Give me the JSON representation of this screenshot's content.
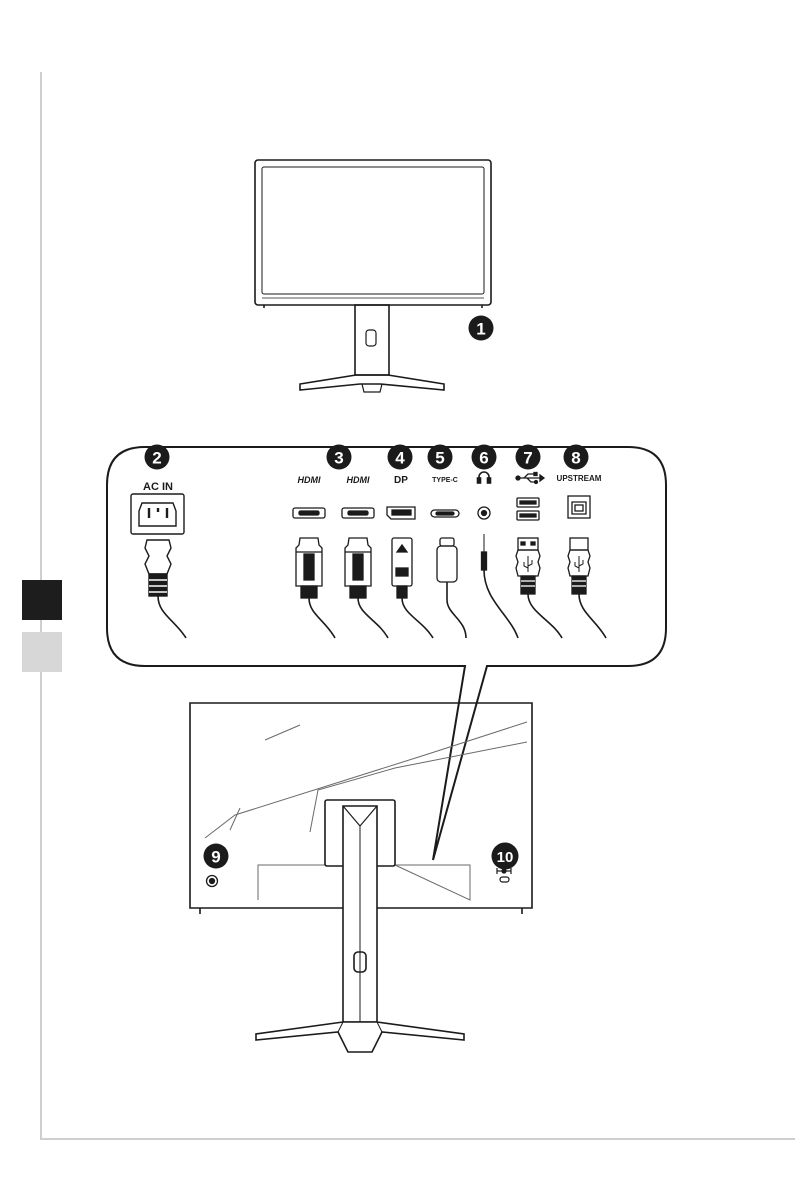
{
  "callouts": [
    "1",
    "2",
    "3",
    "4",
    "5",
    "6",
    "7",
    "8",
    "9",
    "10"
  ],
  "port_labels": {
    "ac_in": "AC IN",
    "hdmi1": "HDMI",
    "hdmi2": "HDMI",
    "dp": "DP",
    "type_c": "TYPE-C",
    "upstream": "UPSTREAM"
  },
  "icons": [
    "headphone-icon",
    "usb-icon",
    "kensington-lock-icon"
  ],
  "colors": {
    "ink": "#1b1b1b",
    "frame": "#cfcfcf",
    "tab_dark": "#1d1d1d",
    "tab_light": "#d7d7d7"
  }
}
